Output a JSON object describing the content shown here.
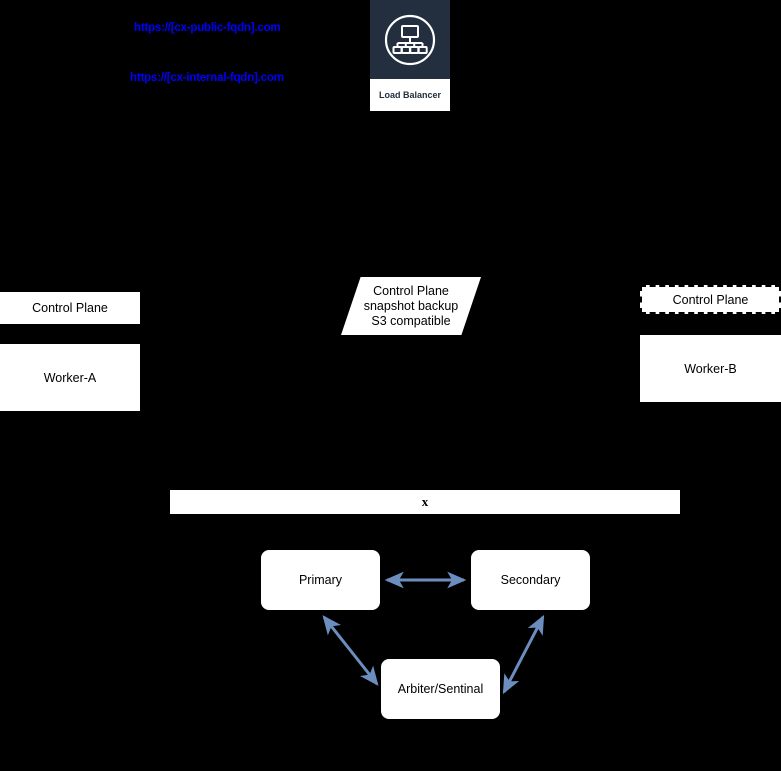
{
  "diagram": {
    "background_color": "#000000",
    "accent_arrow_color": "#6c8ebf",
    "link_color": "#0000ff",
    "aws_navy": "#232f3e"
  },
  "urls": {
    "public": "https://[cx-public-fqdn].com",
    "internal": "https://[cx-internal-fqdn].com"
  },
  "load_balancer": {
    "label": "Load Balancer",
    "icon": "load-balancer-icon"
  },
  "left_cluster": {
    "control_plane": "Control Plane",
    "worker": "Worker-A"
  },
  "right_cluster": {
    "control_plane": "Control Plane",
    "worker": "Worker-B"
  },
  "snapshot": {
    "line1": "Control Plane",
    "line2": "snapshot backup",
    "line3": "S3 compatible"
  },
  "wide_bar": {
    "label": "x"
  },
  "database_cluster": {
    "primary": "Primary",
    "secondary": "Secondary",
    "arbiter": "Arbiter/Sentinal"
  }
}
